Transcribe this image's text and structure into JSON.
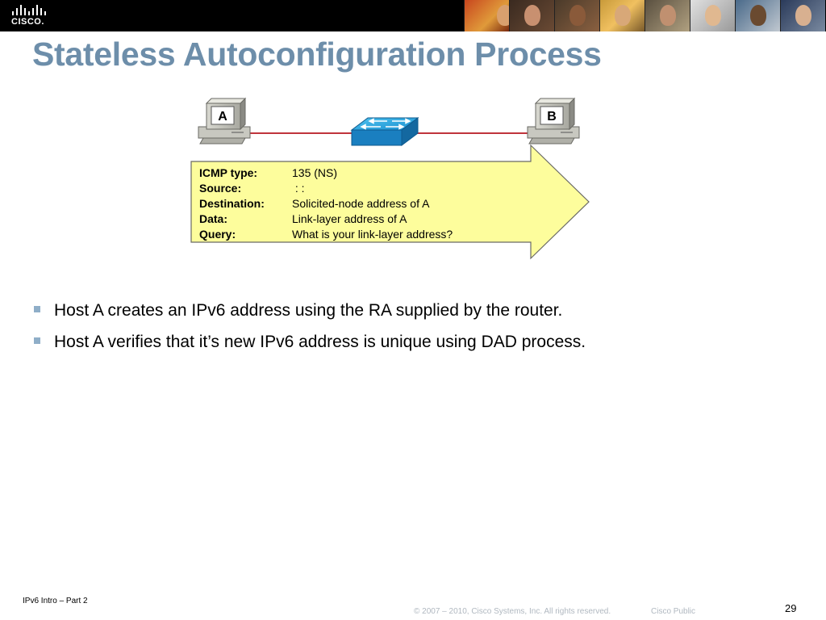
{
  "header": {
    "logo_text": "CISCO.",
    "photo_count": 8
  },
  "title": "Stateless Autoconfiguration Process",
  "diagram": {
    "host_a_label": "A",
    "host_b_label": "B",
    "link_color": "#c0343c",
    "message": [
      {
        "key": "ICMP type:",
        "value": "135 (NS)"
      },
      {
        "key": "Source:",
        "value": " : :"
      },
      {
        "key": "Destination:",
        "value": "Solicited-node address of A"
      },
      {
        "key": "Data:",
        "value": "Link-layer address of A"
      },
      {
        "key": "Query:",
        "value": "What is your link-layer address?"
      }
    ],
    "arrow_fill": "#fdfd9c"
  },
  "bullets": [
    "Host A creates an IPv6 address using the RA supplied by the router.",
    "Host A verifies that it’s new IPv6 address is unique using DAD process."
  ],
  "footer": {
    "left": "IPv6 Intro – Part 2",
    "copyright": "© 2007 – 2010, Cisco Systems, Inc. All rights reserved.",
    "classification": "Cisco Public",
    "page_number": "29"
  }
}
